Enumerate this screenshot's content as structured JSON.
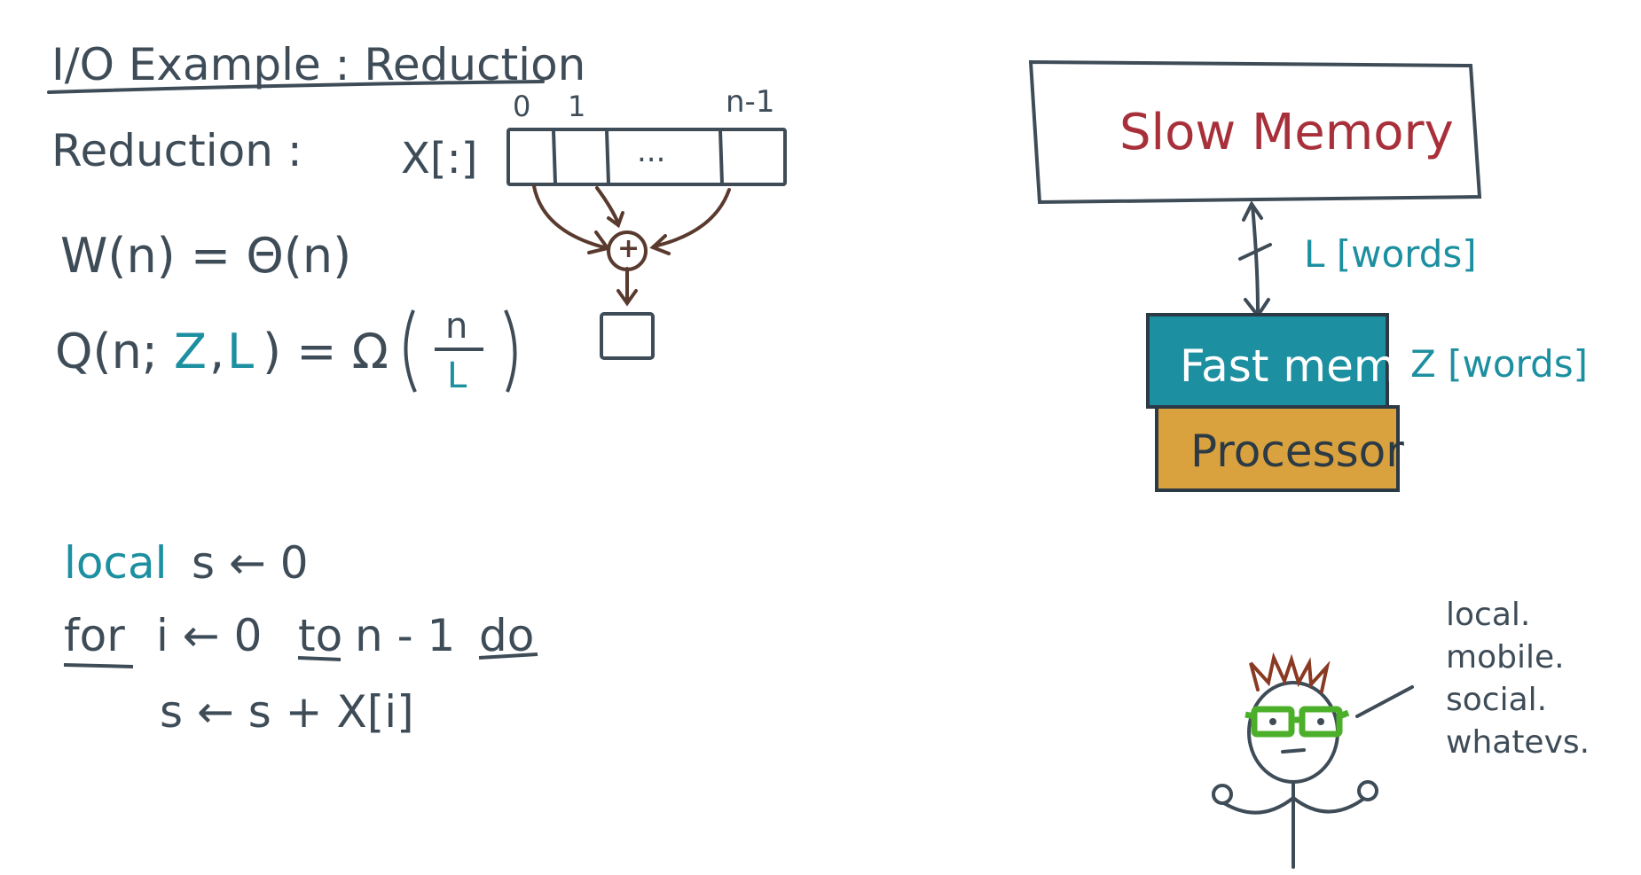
{
  "title": "I/O Example : Reduction",
  "left": {
    "reduction_label": "Reduction :",
    "array_label": "X[:]",
    "index_first": "0",
    "index_second": "1",
    "index_last": "n-1",
    "ellipsis": "...",
    "plus": "+",
    "work_eq": "W(n) = Θ(n)",
    "q_prefix": "Q(n;",
    "q_z": "Z",
    "q_comma": ",",
    "q_l": "L",
    "q_mid": ") = Ω",
    "q_num": "n",
    "q_den": "L",
    "code_local": "local",
    "code_line1": "s ← 0",
    "code_for": "for",
    "code_i": "i ← 0",
    "code_to": "to",
    "code_n": "n - 1",
    "code_do": "do",
    "code_line3": "s ← s + X[i]"
  },
  "right": {
    "slow_memory": "Slow Memory",
    "link_label": "L [words]",
    "fast_mem": "Fast mem.",
    "fast_label": "Z [words]",
    "processor": "Processor"
  },
  "stickman_note": [
    "local.",
    "mobile.",
    "social.",
    "whatevs."
  ],
  "colors": {
    "ink": "#3e4c58",
    "teal": "#1c8fa0",
    "slow_memory_text": "#a8303a",
    "fast_mem_fill": "#1c8fa0",
    "processor_fill": "#d9a23f",
    "glasses": "#4caf2a",
    "hair": "#8a3a22"
  }
}
